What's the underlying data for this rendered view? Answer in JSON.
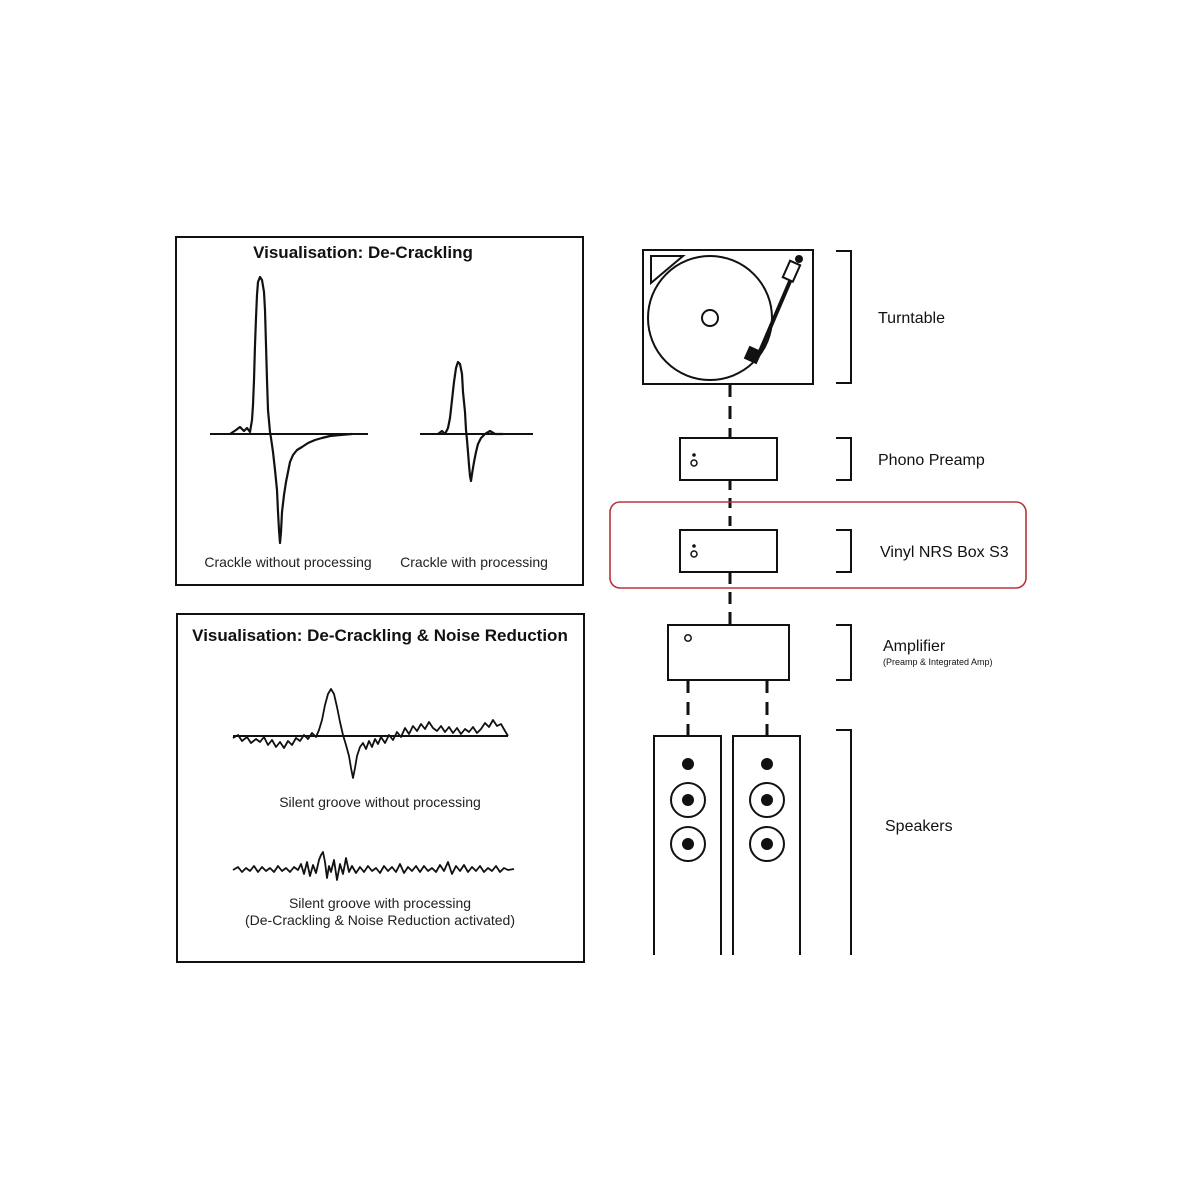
{
  "panel_decrackling": {
    "title": "Visualisation: De-Crackling",
    "caption_left": "Crackle without processing",
    "caption_right": "Crackle with processing"
  },
  "panel_noise": {
    "title": "Visualisation: De-Crackling & Noise Reduction",
    "caption_top": "Silent groove without processing",
    "caption_bottom_line1": "Silent groove with processing",
    "caption_bottom_line2": "(De-Crackling & Noise Reduction activated)"
  },
  "chain": {
    "turntable": "Turntable",
    "phono_preamp": "Phono Preamp",
    "vinyl_nrs": "Vinyl NRS Box S3",
    "amplifier": "Amplifier",
    "amplifier_sub": "(Preamp & Integrated Amp)",
    "speakers": "Speakers"
  },
  "colors": {
    "line": "#111111",
    "highlight": "#b8343c",
    "background": "#ffffff"
  }
}
